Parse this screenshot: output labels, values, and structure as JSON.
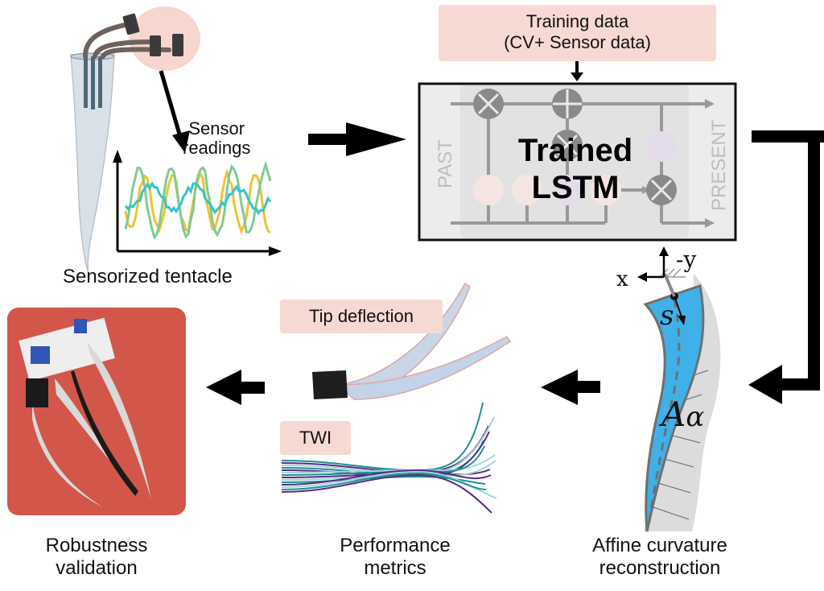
{
  "stages": {
    "sensorized_tentacle": {
      "caption": "Sensorized tentacle",
      "plot_label_line1": "Sensor",
      "plot_label_line2": "readings"
    },
    "lstm": {
      "training_box_line1": "Training data",
      "training_box_line2": "(CV+ Sensor data)",
      "title_line1": "Trained",
      "title_line2": "LSTM",
      "past_label": "PAST",
      "present_label": "PRESENT"
    },
    "curvature": {
      "caption_line1": "Affine curvature",
      "caption_line2": "reconstruction",
      "axis_x": "x",
      "axis_y": "-y",
      "arc_param": "s",
      "curvature_symbol": "A",
      "curvature_subscript": "α",
      "fill_color": "#3fb0e8"
    },
    "performance": {
      "caption_line1": "Performance",
      "caption_line2": "metrics",
      "tip_deflection_label": "Tip deflection",
      "twi_label": "TWI"
    },
    "robustness": {
      "caption_line1": "Robustness",
      "caption_line2": "validation",
      "photo_bg_color": "#d2574a"
    }
  },
  "colors": {
    "highlight_pink": "#f7d9d3",
    "sensor_series": [
      "#f1c232",
      "#7fcb94",
      "#35c4d0"
    ],
    "twi_series": [
      "#1f8f8f",
      "#5a2a8a",
      "#9fd6d6"
    ]
  }
}
